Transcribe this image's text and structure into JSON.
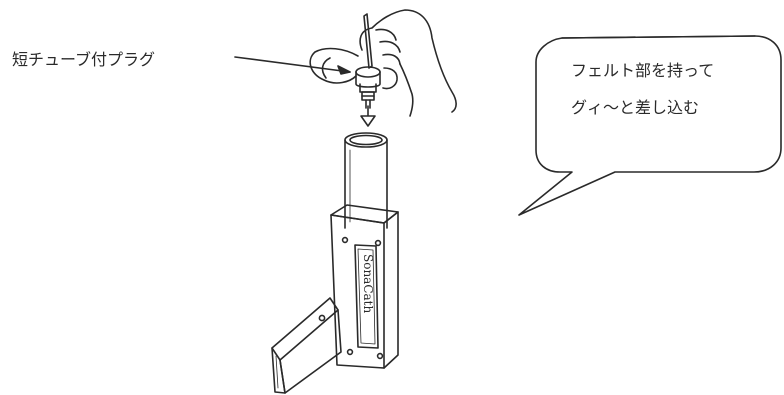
{
  "diagram": {
    "part_label": "短チューブ付プラグ",
    "speech_bubble": {
      "lines": [
        "フェルト部を持って",
        "グィ～と差し込む"
      ]
    },
    "device_plate_text": "SonaCath",
    "colors": {
      "line": "#2a2a2a",
      "background": "#ffffff"
    },
    "icons": [
      "hand",
      "plug",
      "tube",
      "device-body",
      "side-arm",
      "pointer-arrow",
      "insert-arrow",
      "speech-bubble"
    ]
  }
}
